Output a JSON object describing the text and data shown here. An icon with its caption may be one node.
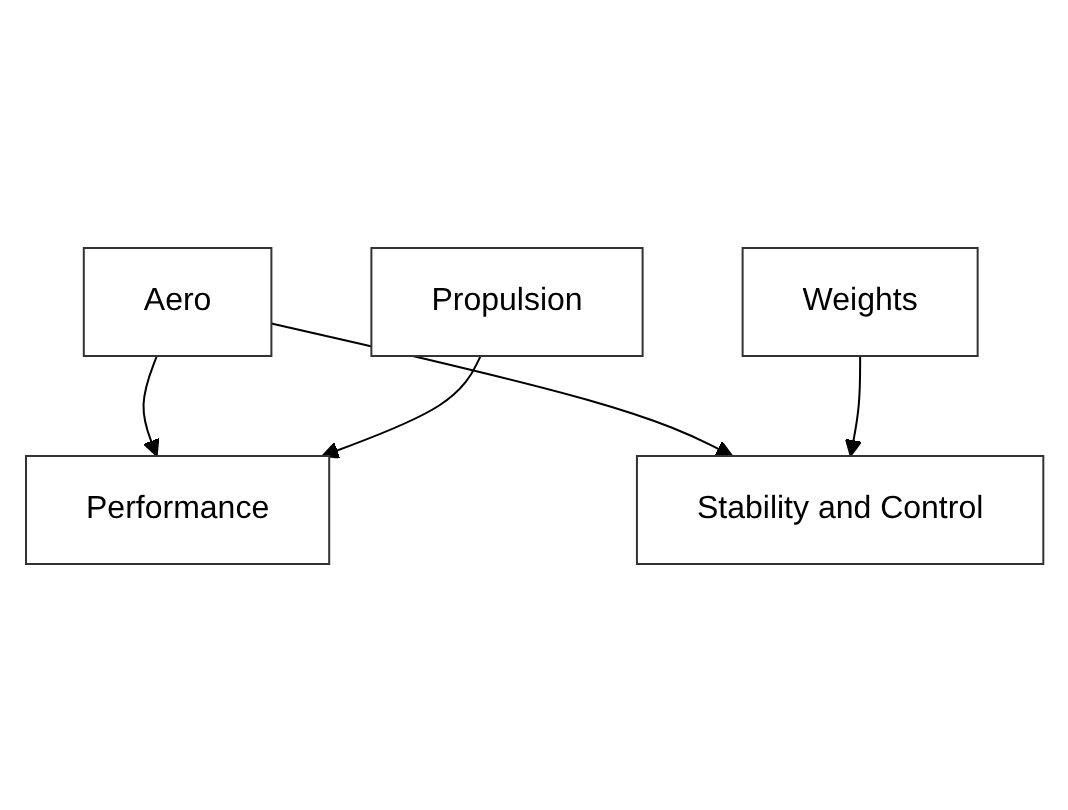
{
  "diagram": {
    "nodes": [
      {
        "text": [
          "Aero"
        ]
      },
      {
        "text": [
          "Weights"
        ]
      },
      {
        "text": [
          "Propulsion"
        ]
      },
      {
        "text": [
          "Performance"
        ]
      },
      {
        "text": [
          "Stability and Control"
        ]
      }
    ],
    "edges": [
      {
        "from": 0,
        "to": 3,
        "arrow": "to"
      },
      {
        "from": 0,
        "to": 4,
        "arrow": "to"
      },
      {
        "from": 1,
        "to": 4,
        "arrow": "to"
      },
      {
        "from": 2,
        "to": 3,
        "arrow": "to"
      }
    ]
  }
}
